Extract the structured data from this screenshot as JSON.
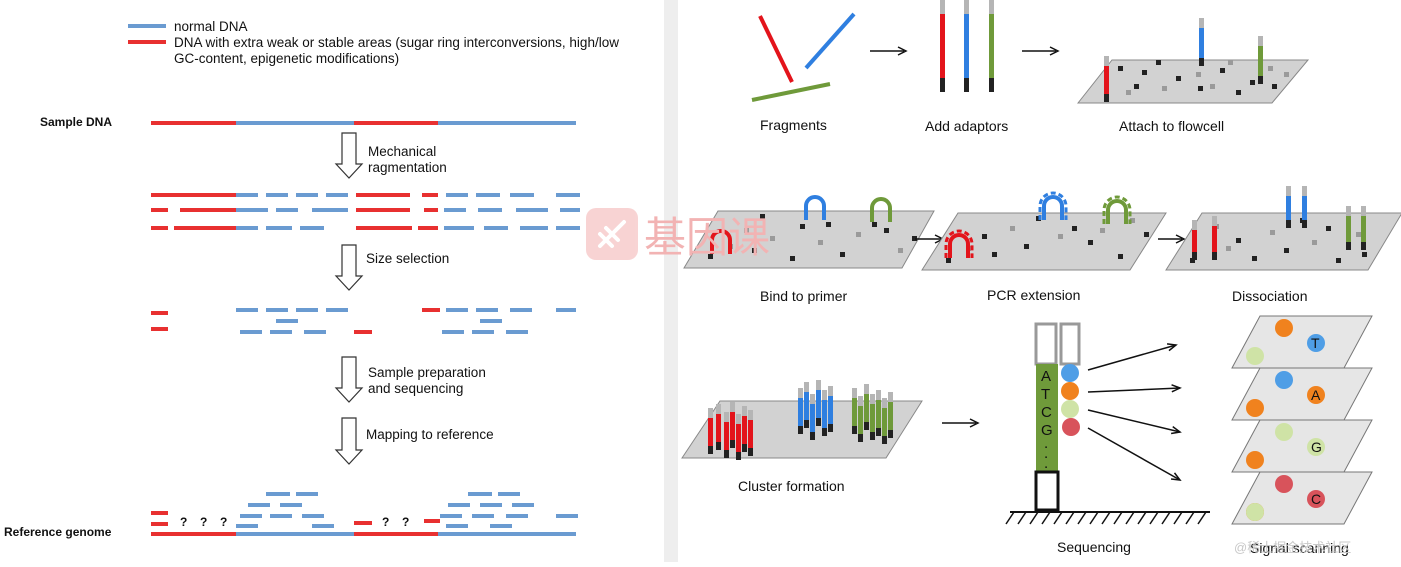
{
  "legend": {
    "normal": "normal DNA",
    "extra_line1": "DNA with extra weak or stable areas (sugar ring interconversions, high/low",
    "extra_line2": "GC-content, epigenetic modifications)",
    "colors": {
      "normal": "#6a9bd1",
      "extra": "#e83030"
    }
  },
  "left": {
    "sample_dna": "Sample DNA",
    "reference_genome": "Reference genome",
    "steps": {
      "mech_1": "Mechanical",
      "mech_2": "ragmentation",
      "size_selection": "Size selection",
      "prep_1": "Sample preparation",
      "prep_2": "and sequencing",
      "mapping": "Mapping to reference"
    },
    "unknown_mark": "?"
  },
  "right": {
    "fragments": "Fragments",
    "add_adaptors": "Add adaptors",
    "attach": "Attach to flowcell",
    "bind": "Bind to primer",
    "pcr": "PCR extension",
    "dissociation": "Dissociation",
    "cluster": "Cluster formation",
    "sequencing": "Sequencing",
    "signal": "Signal scanning",
    "read_letters": [
      "A",
      "T",
      "C",
      "G",
      ".",
      ".",
      "."
    ],
    "scan_letters": [
      "T",
      "A",
      "G",
      "C"
    ],
    "colors": {
      "green": "#6f9a3a",
      "blue": "#2f7fe0",
      "red": "#e3141b",
      "orange": "#f0821e",
      "lightgreen": "#cfe3a6",
      "pink": "#d8535b",
      "bluedot": "#4f9ee6"
    }
  },
  "watermark": {
    "text": "基因课",
    "footer": "@稀土掘金技术社区"
  }
}
